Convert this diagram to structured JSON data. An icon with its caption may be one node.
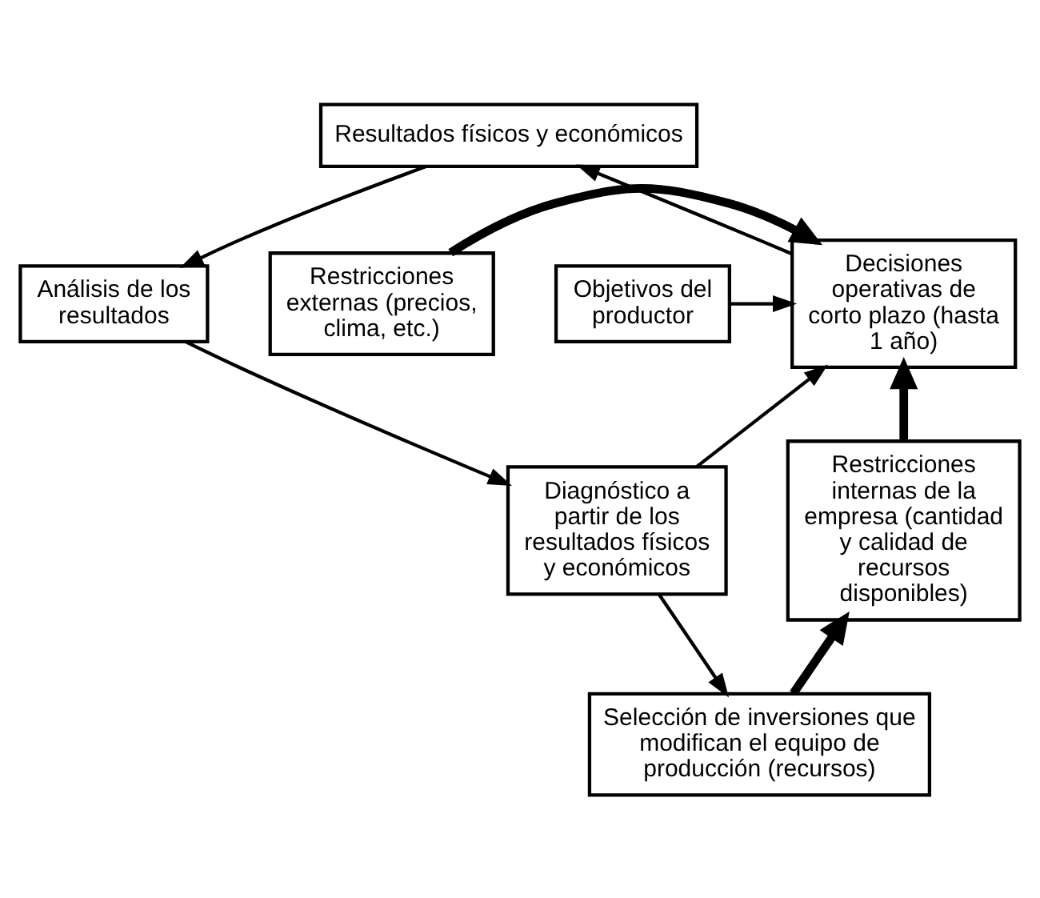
{
  "diagram": {
    "nodes": [
      {
        "text": [
          "Resultados físicos y económicos"
        ]
      },
      {
        "text": [
          "Restricciones externas (precios, clima, etc.)"
        ]
      },
      {
        "text": [
          "Objetivos del productor"
        ]
      },
      {
        "text": [
          "Decisiones operativas de corto plazo (hasta 1 año)"
        ]
      },
      {
        "text": [
          "Análisis de los resultados"
        ]
      },
      {
        "text": [
          "Restricciones internas de la empresa (cantidad y calidad de recursos disponibles)"
        ]
      },
      {
        "text": [
          "Diagnóstico a partir de los resultados físicos y económicos"
        ]
      },
      {
        "text": [
          "Selección de inversiones que modifican el equipo de producción (recursos)"
        ]
      }
    ],
    "edges": [
      {
        "from": 1,
        "to": 3,
        "arrow": "to",
        "style": "thick"
      },
      {
        "from": 2,
        "to": 3,
        "arrow": "to"
      },
      {
        "from": 3,
        "to": 0,
        "arrow": "to"
      },
      {
        "from": 0,
        "to": 4,
        "arrow": "to"
      },
      {
        "from": 4,
        "to": 6,
        "arrow": "to"
      },
      {
        "from": 5,
        "to": 3,
        "arrow": "to",
        "style": "thick"
      },
      {
        "from": 6,
        "to": 3,
        "arrow": "to"
      },
      {
        "from": 6,
        "to": 7,
        "arrow": "to"
      },
      {
        "from": 7,
        "to": 5,
        "arrow": "to",
        "style": "thick"
      }
    ]
  }
}
